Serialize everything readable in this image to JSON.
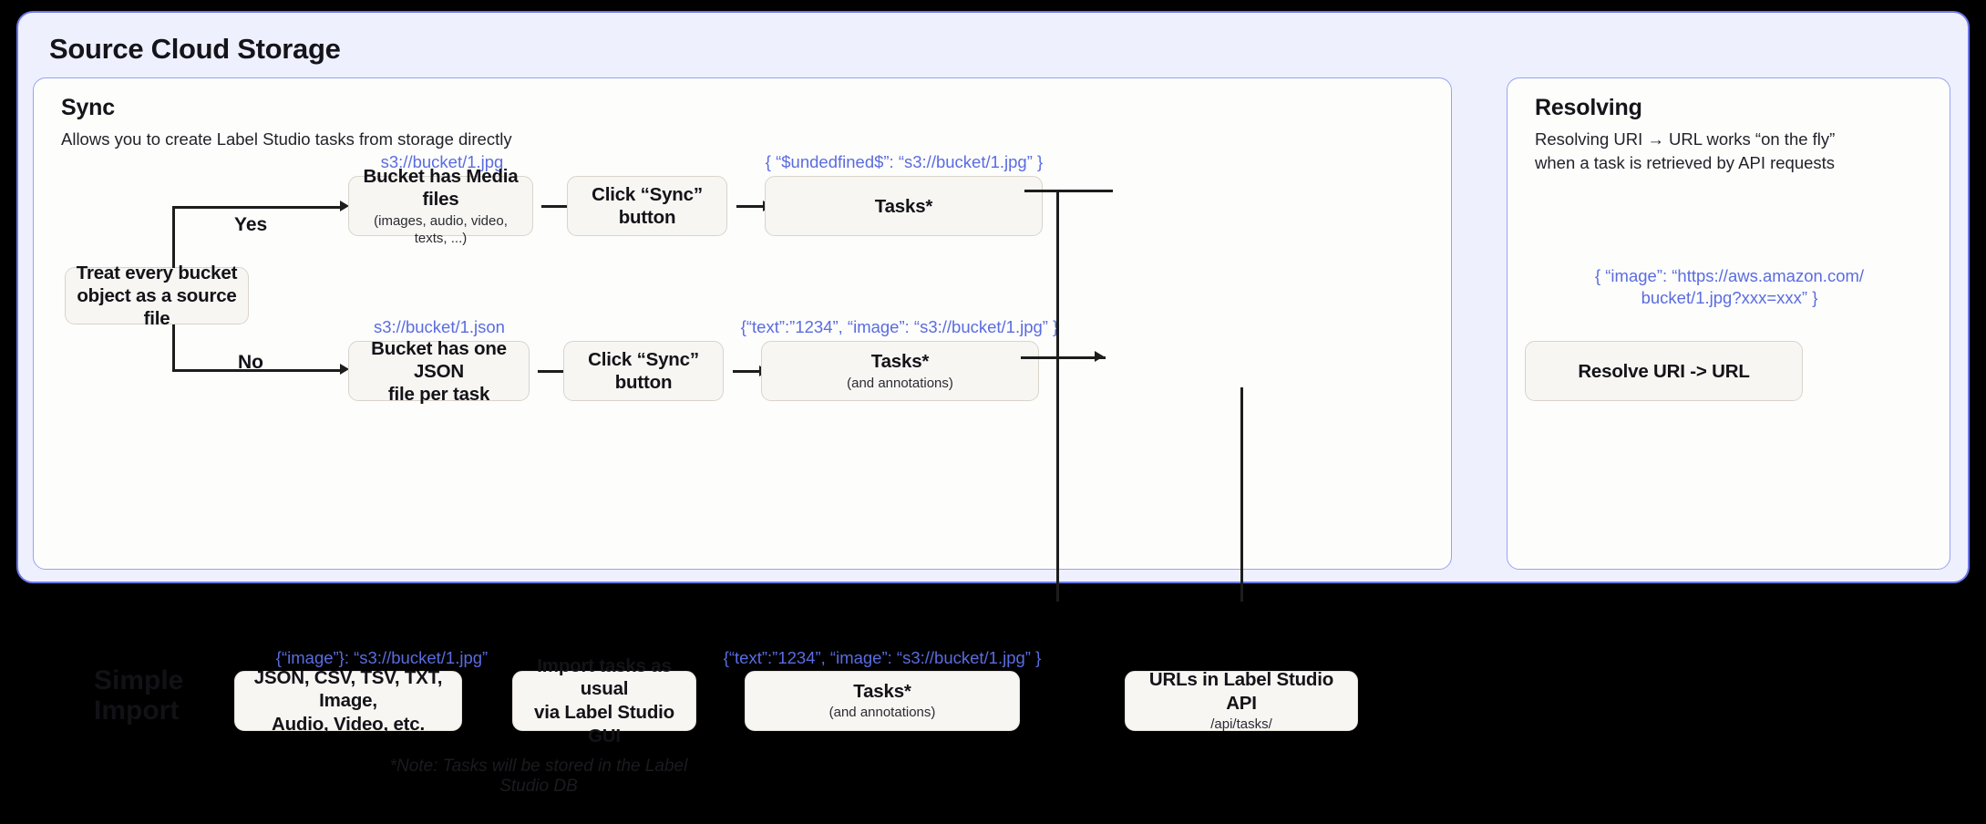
{
  "diagram": {
    "outer_panel": {
      "title": "Source Cloud Storage"
    },
    "sync_panel": {
      "title": "Sync",
      "subtitle": "Allows you to create Label Studio tasks from storage directly",
      "yes_label": "Yes",
      "no_label": "No",
      "decision": {
        "line1": "Treat every bucket",
        "line2": "object as a source file"
      },
      "yes_branch": {
        "uri_annotation": "s3://bucket/1.jpg",
        "step1_line1": "Bucket has Media files",
        "step1_line2": "(images, audio, video, texts, ...)",
        "step2": "Click “Sync” button",
        "task_annotation": "{ “$undedfined$”: “s3://bucket/1.jpg” }",
        "step3_line1": "Tasks*"
      },
      "no_branch": {
        "uri_annotation": "s3://bucket/1.json",
        "step1_line1": "Bucket has one JSON",
        "step1_line2": "file per task",
        "step2": "Click “Sync” button",
        "task_annotation": "{“text”:”1234”,  “image”: “s3://bucket/1.jpg” }",
        "step3_line1": "Tasks*",
        "step3_line2": "(and annotations)"
      }
    },
    "resolving_panel": {
      "title": "Resolving",
      "subtitle": "Resolving URI → URL works “on the fly”\nwhen a task is retrieved by API requests",
      "url_annotation": "{ “image”: “https://aws.amazon.com/\nbucket/1.jpg?xxx=xxx” }",
      "resolve_box": "Resolve URI -> URL"
    },
    "import_row": {
      "section_title": "Simple\nImport",
      "formats_annotation": "{“image”}: “s3://bucket/1.jpg”",
      "formats_line1": "JSON, CSV, TSV, TXT, Image,",
      "formats_line2": "Audio, Video, etc.",
      "gui_line1": "Import tasks as usual",
      "gui_line2": "via Label Studio GUI",
      "tasks_annotation": "{“text”:”1234”,  “image”: “s3://bucket/1.jpg” }",
      "tasks_line1": "Tasks*",
      "tasks_line2": "(and annotations)",
      "api_line1": "URLs in Label Studio API",
      "api_line2": "/api/tasks/"
    },
    "footnote": "*Note: Tasks will be stored in the Label Studio DB",
    "colors": {
      "panel_bg": "#eef0fe",
      "panel_border": "#6b78e8",
      "card_bg": "#fdfdfc",
      "card_border": "#97a4f0",
      "box_bg": "#f7f6f3",
      "box_border": "#d9d4cb",
      "accent_blue": "#5a6ce0",
      "ink": "#131318",
      "dark_band": "#000000"
    }
  }
}
